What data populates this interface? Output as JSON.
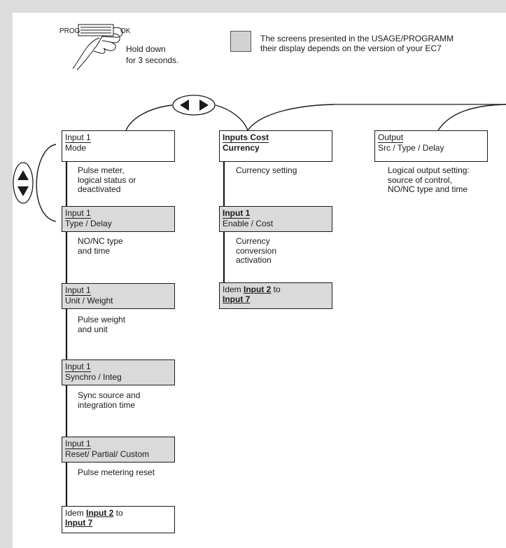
{
  "instruction": {
    "prog_label": "PROG",
    "ok_label": "OK",
    "hold_line1": "Hold down",
    "hold_line2": "for 3 seconds."
  },
  "legend": {
    "line1": "The screens presented in the USAGE/PROGRAMM",
    "line2": "their display depends on the version of your EC7",
    "swatch_color": "#d2d2d2"
  },
  "columns": {
    "input": {
      "screens": [
        {
          "line1": "Input 1",
          "line2": "Mode",
          "desc": "Pulse meter,\nlogical status or\ndeactivated"
        },
        {
          "line1": "Input 1",
          "line2": "Type / Delay",
          "desc": "NO/NC type\nand time"
        },
        {
          "line1": "Input 1",
          "line2": "Unit / Weight",
          "desc": "Pulse weight\nand unit"
        },
        {
          "line1": "Input 1",
          "line2": "Synchro / Integ",
          "desc": "Sync source and\nintegration time"
        },
        {
          "line1": "Input 1",
          "line2": "Reset/ Partial/ Custom",
          "desc": "Pulse metering reset"
        }
      ],
      "idem": {
        "prefix": "Idem ",
        "from": "Input 2",
        "mid": " to",
        "to": "Input 7"
      }
    },
    "cost": {
      "screens": [
        {
          "line1": "Inputs Cost",
          "line2": "Currency",
          "desc": "Currency setting"
        },
        {
          "line1": "Input 1",
          "line2": "Enable / Cost",
          "desc": "Currency\nconversion\nactivation"
        }
      ],
      "idem": {
        "prefix": "Idem ",
        "from": "Input 2",
        "mid": " to",
        "to": "Input 7"
      }
    },
    "output": {
      "screens": [
        {
          "line1": "Output",
          "line2": "Src / Type / Delay",
          "desc": "Logical output setting:\nsource of control,\nNO/NC type and time"
        }
      ]
    }
  },
  "icons": {
    "left_right": "left-right-arrows-icon",
    "up_down": "up-down-arrows-icon",
    "hand": "hand-pressing-icon"
  }
}
